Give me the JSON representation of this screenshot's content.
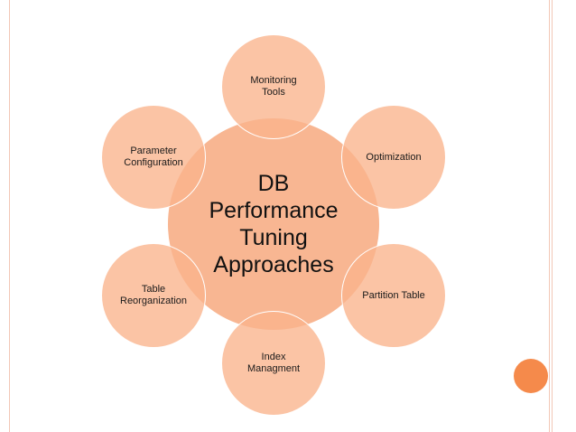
{
  "diagram": {
    "center": "DB\nPerformance\nTuning\nApproaches",
    "nodes": [
      "Monitoring\nTools",
      "Optimization",
      "Partition Table",
      "Index\nManagment",
      "Table\nReorganization",
      "Parameter\nConfiguration"
    ]
  },
  "colors": {
    "circle_fill": "#f9b48c",
    "center_fill": "#f7a67a",
    "accent": "#f58a4b",
    "frame": "#f2c7b6"
  }
}
